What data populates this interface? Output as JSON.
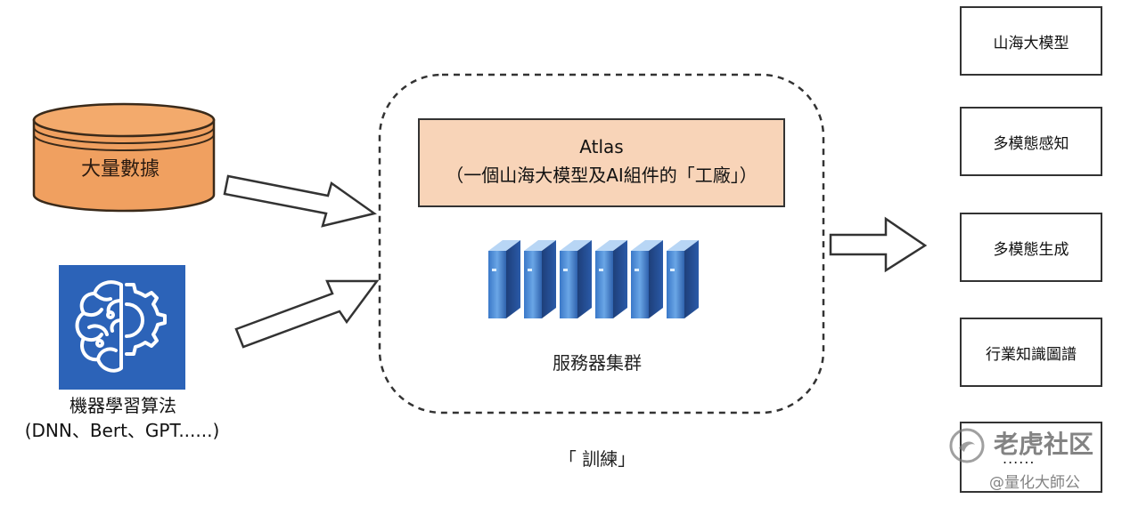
{
  "inputs": {
    "data_label": "大量數據",
    "ml_label_line1": "機器學習算法",
    "ml_label_line2": "(DNN、Bert、GPT......)"
  },
  "center": {
    "atlas_title": "Atlas",
    "atlas_subtitle": "（一個山海大模型及AI組件的「工廠」）",
    "cluster_label": "服務器集群",
    "training_label": "「 訓練」"
  },
  "outputs": [
    "山海大模型",
    "多模態感知",
    "多模態生成",
    "行業知識圖譜"
  ],
  "outputs_more": "......",
  "watermark": {
    "title": "老虎社区",
    "subtitle": "@量化大師公"
  },
  "colors": {
    "database_fill": "#f0a060",
    "database_stroke": "#3a2a1a",
    "ml_icon_bg": "#2c63b8",
    "atlas_fill": "#f8d4b8",
    "server_blue": "#2a5fb0"
  }
}
